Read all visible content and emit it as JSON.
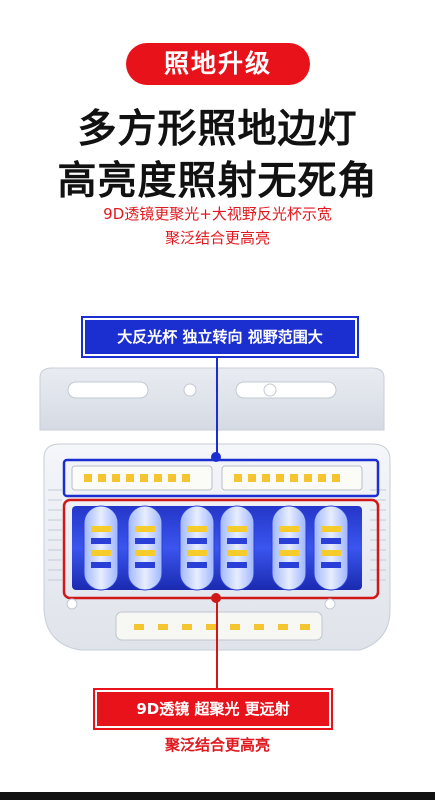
{
  "header": {
    "badge": "照地升级",
    "headline_1": "多方形照地边灯",
    "headline_2": "高亮度照射无死角",
    "subtitle_1": "9D透镜更聚光+大视野反光杯示宽",
    "subtitle_2": "聚泛结合更高亮"
  },
  "callouts": {
    "reflector_label": "大反光杯 独立转向 视野范围大",
    "lens_label": "9D透镜 超聚光 更远射",
    "lens_subtext": "聚泛结合更高亮"
  },
  "colors": {
    "accent_red": "#e8121a",
    "accent_blue": "#1b2fd0"
  }
}
